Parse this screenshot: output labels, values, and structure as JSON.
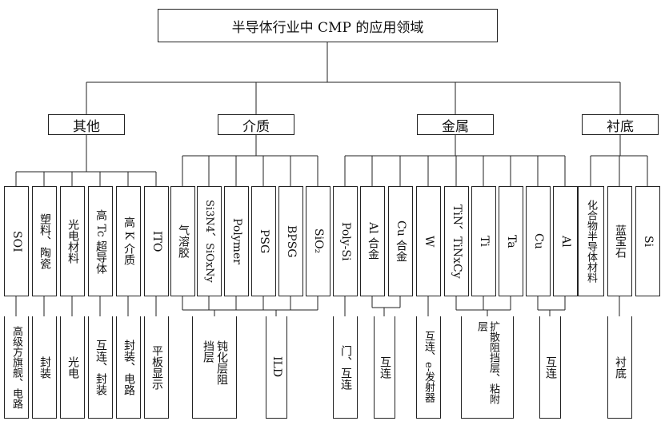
{
  "title": "半导体行业中 CMP 的应用领域",
  "categories": [
    {
      "label": "其他"
    },
    {
      "label": "介质"
    },
    {
      "label": "金属"
    },
    {
      "label": "衬底"
    }
  ],
  "items": [
    {
      "label": "SOI"
    },
    {
      "label": "塑料、陶瓷"
    },
    {
      "label": "光电材料"
    },
    {
      "label": "高 Tc 超导体"
    },
    {
      "label": "高 K 介质"
    },
    {
      "label": "ITO"
    },
    {
      "label": "气溶胶"
    },
    {
      "label": "Si3N4、SiOxNy"
    },
    {
      "label": "Polymer"
    },
    {
      "label": "PSG"
    },
    {
      "label": "BPSG"
    },
    {
      "label": "SiO₂"
    },
    {
      "label": "Poly-Si"
    },
    {
      "label": "Al 合金"
    },
    {
      "label": "Cu 合金"
    },
    {
      "label": "W"
    },
    {
      "label": "TiN、TiNxCy"
    },
    {
      "label": "Ti"
    },
    {
      "label": "Ta"
    },
    {
      "label": "Cu"
    },
    {
      "label": "Al"
    },
    {
      "label": "化合物半导体材料"
    },
    {
      "label": "蓝宝石"
    },
    {
      "label": "Si"
    }
  ],
  "applications": [
    {
      "label": "高级方旗舰、电路"
    },
    {
      "label": "封装"
    },
    {
      "label": "光电"
    },
    {
      "label": "互连、封装"
    },
    {
      "label": "封装、电路"
    },
    {
      "label": "平板显示"
    },
    {
      "label": "钝化层阻挡层"
    },
    {
      "label": "ILD"
    },
    {
      "label": "门、互连"
    },
    {
      "label": "互连"
    },
    {
      "label": "互连、e-发射器"
    },
    {
      "label": "扩散阻挡层、粘附层"
    },
    {
      "label": "互连"
    },
    {
      "label": "衬底"
    }
  ]
}
